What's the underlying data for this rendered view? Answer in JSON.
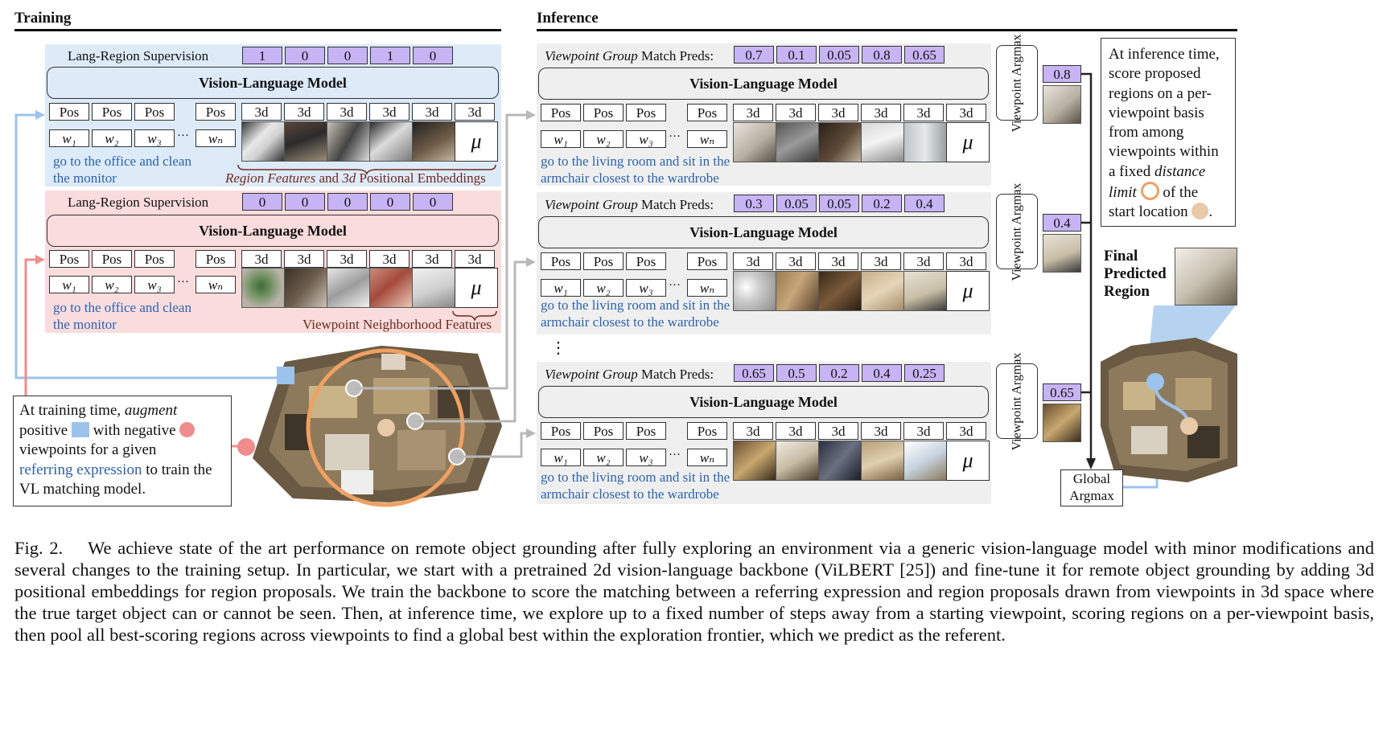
{
  "training": {
    "header": "Training",
    "top": {
      "supervision_label": "Lang-Region Supervision",
      "supervision": [
        "1",
        "0",
        "0",
        "1",
        "0"
      ],
      "model": "Vision-Language Model",
      "pos": [
        "Pos",
        "Pos",
        "Pos",
        "Pos"
      ],
      "tokens": [
        "w₁",
        "w₂",
        "w₃",
        "wₙ"
      ],
      "ellipsis": "···",
      "dims": [
        "3d",
        "3d",
        "3d",
        "3d",
        "3d",
        "3d"
      ],
      "mu": "μ",
      "expression_line1": "go to the office and clean",
      "expression_line2": "the monitor",
      "brace_a": "Region Features",
      "brace_b": " and ",
      "brace_c": "3d",
      "brace_d": " Positional Embeddings"
    },
    "bottom": {
      "supervision_label": "Lang-Region Supervision",
      "supervision": [
        "0",
        "0",
        "0",
        "0",
        "0"
      ],
      "model": "Vision-Language Model",
      "pos": [
        "Pos",
        "Pos",
        "Pos",
        "Pos"
      ],
      "tokens": [
        "w₁",
        "w₂",
        "w₃",
        "wₙ"
      ],
      "ellipsis": "···",
      "dims": [
        "3d",
        "3d",
        "3d",
        "3d",
        "3d",
        "3d"
      ],
      "mu": "μ",
      "expression_line1": "go to the office and clean",
      "expression_line2": "the monitor",
      "brace_text": "Viewpoint Neighborhood Features"
    },
    "note": {
      "t1": "At training time, ",
      "t1_em": "augment",
      "t2": "positive ",
      "t3": " with negative ",
      "t4": "viewpoints for a given",
      "t5_blue": "referring expression",
      "t5": " to train the",
      "t6": "VL matching model."
    }
  },
  "inference": {
    "header": "Inference",
    "rows": [
      {
        "preds_label_em": "Viewpoint Group",
        "preds_label": " Match Preds:",
        "preds": [
          "0.7",
          "0.1",
          "0.05",
          "0.8",
          "0.65"
        ],
        "model": "Vision-Language Model",
        "pos": [
          "Pos",
          "Pos",
          "Pos",
          "Pos"
        ],
        "tokens": [
          "w₁",
          "w₂",
          "w₃",
          "wₙ"
        ],
        "ellipsis": "···",
        "dims": [
          "3d",
          "3d",
          "3d",
          "3d",
          "3d",
          "3d"
        ],
        "mu": "μ",
        "expression_line1": "go to the living room and sit in the",
        "expression_line2": "armchair closest to the wardrobe",
        "argmax": "Viewpoint Argmax",
        "best": "0.8"
      },
      {
        "preds_label_em": "Viewpoint Group",
        "preds_label": " Match Preds:",
        "preds": [
          "0.3",
          "0.05",
          "0.05",
          "0.2",
          "0.4"
        ],
        "model": "Vision-Language Model",
        "pos": [
          "Pos",
          "Pos",
          "Pos",
          "Pos"
        ],
        "tokens": [
          "w₁",
          "w₂",
          "w₃",
          "wₙ"
        ],
        "ellipsis": "···",
        "dims": [
          "3d",
          "3d",
          "3d",
          "3d",
          "3d",
          "3d"
        ],
        "mu": "μ",
        "expression_line1": "go to the living room and sit in the",
        "expression_line2": "armchair closest to the wardrobe",
        "argmax": "Viewpoint Argmax",
        "best": "0.4"
      },
      {
        "preds_label_em": "Viewpoint Group",
        "preds_label": " Match Preds:",
        "preds": [
          "0.65",
          "0.5",
          "0.2",
          "0.4",
          "0.25"
        ],
        "model": "Vision-Language Model",
        "pos": [
          "Pos",
          "Pos",
          "Pos",
          "Pos"
        ],
        "tokens": [
          "w₁",
          "w₂",
          "w₃",
          "wₙ"
        ],
        "ellipsis": "···",
        "dims": [
          "3d",
          "3d",
          "3d",
          "3d",
          "3d",
          "3d"
        ],
        "mu": "μ",
        "expression_line1": "go to the living room and sit in the",
        "expression_line2": "armchair closest to the wardrobe",
        "argmax": "Viewpoint Argmax",
        "best": "0.65"
      }
    ],
    "vdots": "⋮",
    "note": {
      "l1": "At inference time,",
      "l2": "score proposed",
      "l3": "regions on a per-",
      "l4": "viewpoint basis",
      "l5": "from among",
      "l6": "viewpoints within",
      "l7a": "a fixed ",
      "l7b": "distance",
      "l8a": "limit",
      "l8b": " of the",
      "l9a": "start location",
      "l9b": "."
    },
    "final_label": [
      "Final",
      "Predicted",
      "Region"
    ],
    "global_argmax": [
      "Global",
      "Argmax"
    ]
  },
  "colors": {
    "training_top_bg": "#ddeaf7",
    "training_bottom_bg": "#fbdcdc",
    "inference_bg": "#efefef",
    "score_purple": "#c7b4f4",
    "blue_arrow": "#9cc3eb",
    "red_arrow": "#f08c8c",
    "orange_circle": "#f0a060",
    "text_blue": "#2a63b6"
  },
  "caption": {
    "label": "Fig. 2.",
    "text": "We achieve state of the art performance on remote object grounding after fully exploring an environment via a generic vision-language model with minor modifications and several changes to the training setup. In particular, we start with a pretrained 2d vision-language backbone (ViLBERT [25]) and fine-tune it for remote object grounding by adding 3d positional embeddings for region proposals. We train the backbone to score the matching between a referring expression and region proposals drawn from viewpoints in 3d space where the true target object can or cannot be seen. Then, at inference time, we explore up to a fixed number of steps away from a starting viewpoint, scoring regions on a per-viewpoint basis, then pool all best-scoring regions across viewpoints to find a global best within the exploration frontier, which we predict as the referent."
  }
}
